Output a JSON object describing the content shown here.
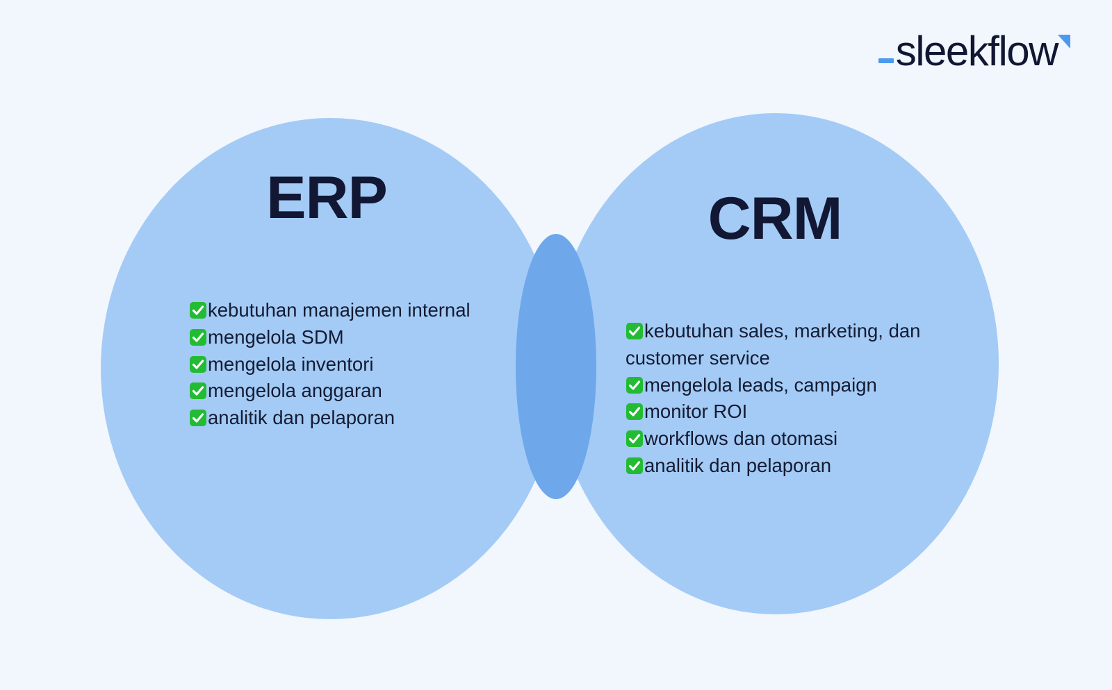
{
  "brand": {
    "name": "sleekflow",
    "underscore_icon": "underscore-mark",
    "flag_icon": "corner-flag-icon",
    "accent_color": "#4C9AEF",
    "text_color": "#111633"
  },
  "colors": {
    "background": "#F2F6FD",
    "circle_fill": "#A3CBF5",
    "overlap_fill": "#6EA8EA",
    "heading_text": "#121734",
    "body_text": "#141B33",
    "check_green": "#22BB33"
  },
  "diagram": {
    "type": "venn",
    "left": {
      "title": "ERP",
      "bullet_icon": "white-check-mark",
      "items": [
        "kebutuhan manajemen internal",
        "mengelola SDM",
        "mengelola inventori",
        "mengelola anggaran",
        "analitik dan pelaporan"
      ]
    },
    "right": {
      "title": "CRM",
      "bullet_icon": "white-check-mark",
      "items": [
        "kebutuhan sales, marketing, dan customer service",
        "mengelola leads, campaign",
        "monitor ROI",
        "workflows dan otomasi",
        "analitik dan pelaporan"
      ]
    }
  }
}
